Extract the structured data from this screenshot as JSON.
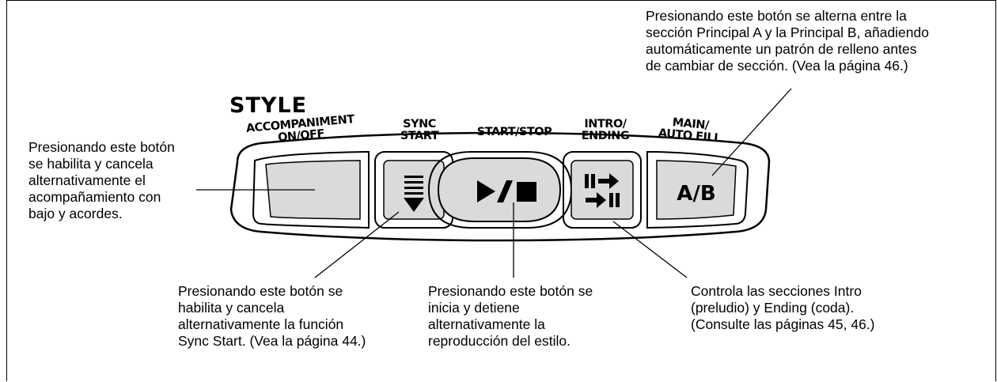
{
  "title": "STYLE",
  "buttons": {
    "accompaniment": {
      "label": "ACCOMPANIMENT\nON/OFF"
    },
    "sync_start": {
      "label": "SYNC\nSTART"
    },
    "start_stop": {
      "label": "START/STOP",
      "symbol": "▶/■"
    },
    "intro_ending": {
      "label": "INTRO/\nENDING"
    },
    "main_autofill": {
      "label": "MAIN/\nAUTO FILL",
      "symbol": "A/B"
    }
  },
  "notes": {
    "main": "Presionando este botón se alterna entre la\nsección Principal A y la Principal B, añadiendo\nautomáticamente un patrón de relleno antes\nde cambiar de sección. (Vea la página 46.)",
    "accompaniment": "Presionando este botón\nse habilita y cancela\nalternativamente el\nacompañamiento con\nbajo y acordes.",
    "sync_start": "Presionando este botón se\nhabilita y cancela\nalternativamente la función\nSync Start. (Vea la página 44.)",
    "start_stop": "Presionando este botón se\ninicia y detiene\nalternativamente la\nreproducción del estilo.",
    "intro_ending": "Controla las secciones Intro\n(preludio) y Ending (coda).\n(Consulte las páginas 45, 46.)"
  }
}
